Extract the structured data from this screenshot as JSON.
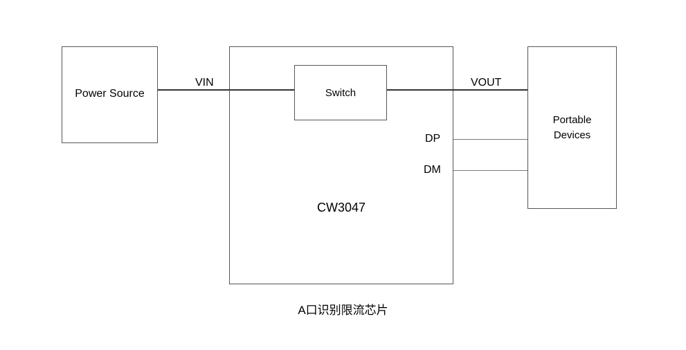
{
  "diagram": {
    "power_source": "Power Source",
    "chip_name": "CW3047",
    "switch": "Switch",
    "device": [
      "Portable",
      "Devices"
    ],
    "signals": {
      "vin": "VIN",
      "vout": "VOUT",
      "dp": "DP",
      "dm": "DM"
    },
    "caption": "A口识别限流芯片"
  }
}
